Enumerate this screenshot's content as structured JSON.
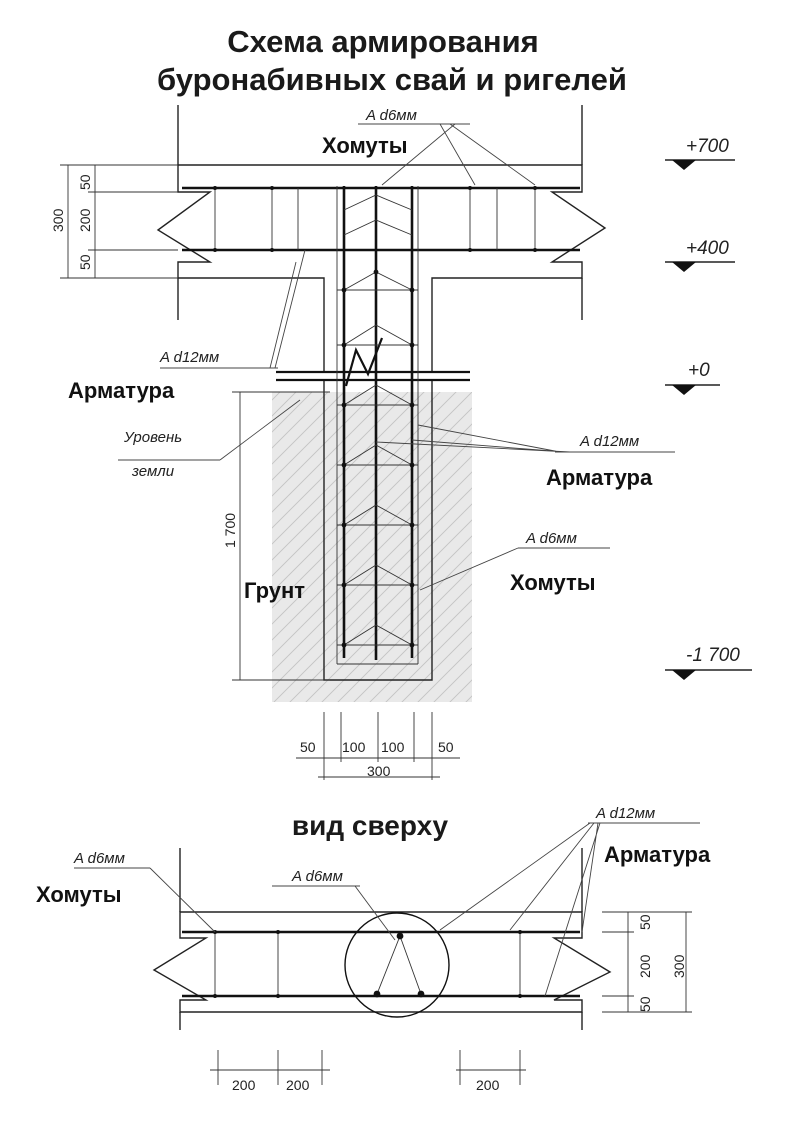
{
  "title": {
    "line1": "Схема армирования",
    "line2": "буронабивных свай и ригелей"
  },
  "levels": {
    "top": "+700",
    "beam_bottom": "+400",
    "zero": "+0",
    "pile_bottom": "-1 700"
  },
  "elevation_labels": {
    "stirrups_spec": "A d6мм",
    "stirrups": "Хомуты",
    "rebar_left_spec": "A d12мм",
    "rebar_left": "Арматура",
    "ground_level_line1": "Уровень",
    "ground_level_line2": "земли",
    "rebar_right_spec": "A d12мм",
    "rebar_right": "Арматура",
    "pile_stirrups_spec": "A d6мм",
    "pile_stirrups": "Хомуты",
    "soil": "Грунт"
  },
  "elevation_dims": {
    "beam_total": "300",
    "beam_top_cover": "50",
    "beam_core": "200",
    "beam_bottom_cover": "50",
    "pile_depth": "1 700",
    "pile_cover_left": "50",
    "pile_core_left": "100",
    "pile_core_right": "100",
    "pile_cover_right": "50",
    "pile_width": "300"
  },
  "plan": {
    "heading": "вид сверху",
    "rebar_spec": "A d12мм",
    "rebar": "Арматура",
    "stirrups_spec": "A d6мм",
    "stirrups": "Хомуты",
    "pile_stirrup_spec": "A d6мм",
    "dim_cover_top": "50",
    "dim_core": "200",
    "dim_cover_bottom": "50",
    "dim_total": "300",
    "spacing_1": "200",
    "spacing_2": "200",
    "spacing_3": "200"
  }
}
